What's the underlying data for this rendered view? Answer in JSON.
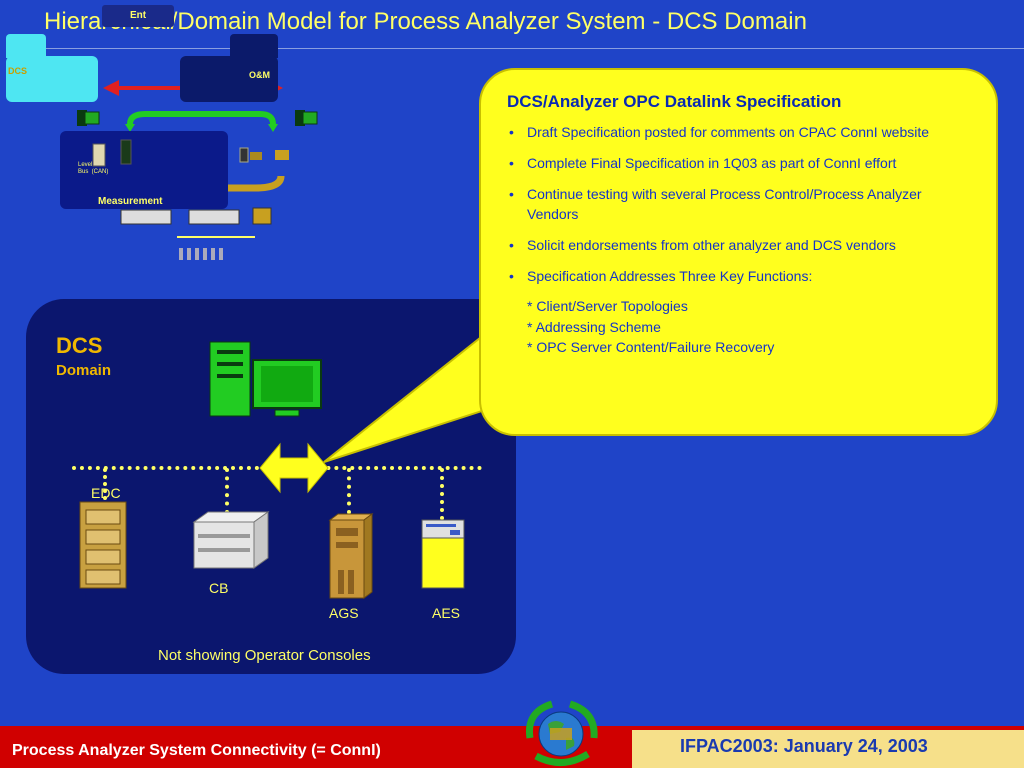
{
  "slide": {
    "title": "Hierarchical/Domain Model for Process Analyzer System -  DCS Domain"
  },
  "mini_diagram": {
    "ent_label": "Ent",
    "dcs_label": "DCS",
    "om_label": "O&M",
    "measurement_label": "Measurement",
    "level_label": "Level 1\nBus  (CAN)"
  },
  "domain_panel": {
    "title": "DCS",
    "subtitle": "Domain",
    "nodes": {
      "edc": "EDC",
      "cb": "CB",
      "ags": "AGS",
      "aes": "AES"
    },
    "note": "Not showing Operator Consoles"
  },
  "callout": {
    "heading": "DCS/Analyzer OPC Datalink Specification",
    "bullets": [
      "Draft Specification posted for comments on CPAC ConnI website",
      "Complete Final Specification in 1Q03 as part of ConnI effort",
      "Continue testing with several Process Control/Process Analyzer Vendors",
      "Solicit endorsements from other analyzer and DCS vendors",
      "Specification Addresses Three Key Functions:"
    ],
    "sub_items": [
      "* Client/Server Topologies",
      "* Addressing Scheme",
      "* OPC Server Content/Failure Recovery"
    ]
  },
  "footer": {
    "left": "Process Analyzer System Connectivity  (= ConnI)",
    "right": "IFPAC2003: January 24, 2003"
  },
  "colors": {
    "background": "#1f44c8",
    "title_text": "#ffff66",
    "panel": "#0b166e",
    "callout": "#ffff1e",
    "footer_red": "#d00000",
    "footer_tan": "#f6e08a"
  }
}
